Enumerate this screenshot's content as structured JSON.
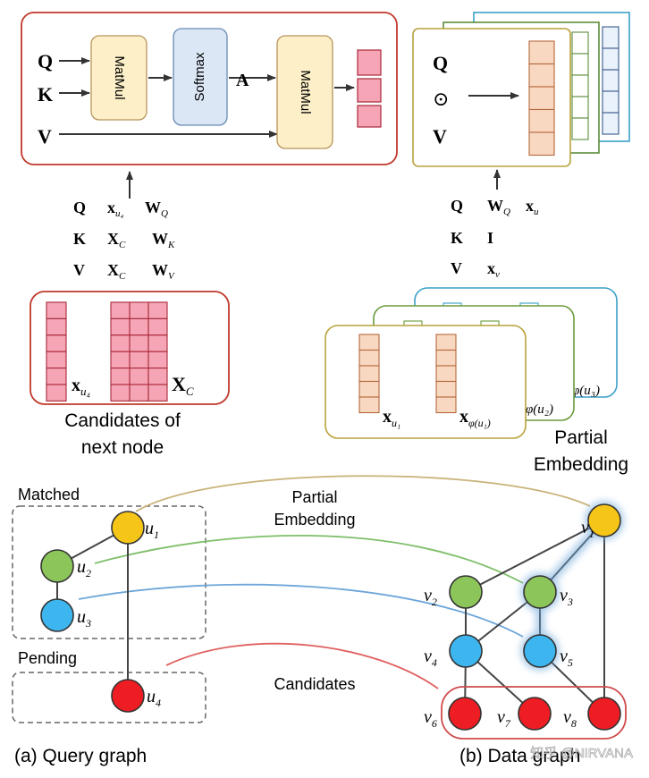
{
  "attention": {
    "inputs": {
      "q": "Q",
      "k": "K",
      "v": "V"
    },
    "matmul1": "MatMul",
    "softmax": "Softmax",
    "a_label": "A",
    "matmul2": "MatMul"
  },
  "projections_left": [
    {
      "role": "Q",
      "x": "x",
      "x_sub": "u₄",
      "w": "W",
      "w_sub": "Q"
    },
    {
      "role": "K",
      "x": "X",
      "x_sub": "C",
      "w": "W",
      "w_sub": "K"
    },
    {
      "role": "V",
      "x": "X",
      "x_sub": "C",
      "w": "W",
      "w_sub": "V"
    }
  ],
  "candidates_box": {
    "x_label": "x",
    "x_sub": "u₄",
    "X_label": "X",
    "X_sub": "C",
    "caption_line1": "Candidates of",
    "caption_line2": "next node"
  },
  "partial_block": {
    "q": "Q",
    "op": "⊙",
    "v": "V"
  },
  "projections_right": [
    {
      "role": "Q",
      "w": "W",
      "w_sub": "Q",
      "x": "x",
      "x_sub": "u"
    },
    {
      "role": "K",
      "w": "I"
    },
    {
      "role": "V",
      "x": "x",
      "x_sub": "v"
    }
  ],
  "partial_stack": {
    "x1": "x",
    "x1_sub": "u₁",
    "x2": "x",
    "x2_sub": "φ(u₁)",
    "phi2": "φ(u₂)",
    "phi3": "φ(u₃)",
    "caption_line1": "Partial",
    "caption_line2": "Embedding"
  },
  "query_graph": {
    "matched_label": "Matched",
    "pending_label": "Pending",
    "nodes": [
      {
        "id": "u1",
        "name": "u",
        "sub": "1",
        "color": "#f5c518"
      },
      {
        "id": "u2",
        "name": "u",
        "sub": "2",
        "color": "#8cc65a"
      },
      {
        "id": "u3",
        "name": "u",
        "sub": "3",
        "color": "#3db6ef"
      },
      {
        "id": "u4",
        "name": "u",
        "sub": "4",
        "color": "#ee1d24"
      }
    ],
    "caption": "(a) Query graph"
  },
  "links": {
    "partial_line1": "Partial",
    "partial_line2": "Embedding",
    "candidates": "Candidates"
  },
  "data_graph": {
    "nodes": [
      {
        "id": "v1",
        "name": "v",
        "sub": "1",
        "color": "#f5c518"
      },
      {
        "id": "v2",
        "name": "v",
        "sub": "2",
        "color": "#8cc65a"
      },
      {
        "id": "v3",
        "name": "v",
        "sub": "3",
        "color": "#8cc65a"
      },
      {
        "id": "v4",
        "name": "v",
        "sub": "4",
        "color": "#3db6ef"
      },
      {
        "id": "v5",
        "name": "v",
        "sub": "5",
        "color": "#3db6ef"
      },
      {
        "id": "v6",
        "name": "v",
        "sub": "6",
        "color": "#ee1d24"
      },
      {
        "id": "v7",
        "name": "v",
        "sub": "7",
        "color": "#ee1d24"
      },
      {
        "id": "v8",
        "name": "v",
        "sub": "8",
        "color": "#ee1d24"
      }
    ],
    "caption": "(b) Data graph"
  },
  "watermark": "知乎 @NIRVANA",
  "colors": {
    "attention_border": "#c0392b",
    "matmul_fill": "#fdf0c8",
    "matmul_stroke": "#b8945a",
    "softmax_fill": "#dbe7f5",
    "softmax_stroke": "#6a8bb3",
    "red_cell": "#f5a5b5",
    "red_cell_stroke": "#a8283a",
    "orange_cell": "#f9d8c1",
    "orange_cell_stroke": "#b4683b",
    "candidate_box": "#c0392b"
  }
}
